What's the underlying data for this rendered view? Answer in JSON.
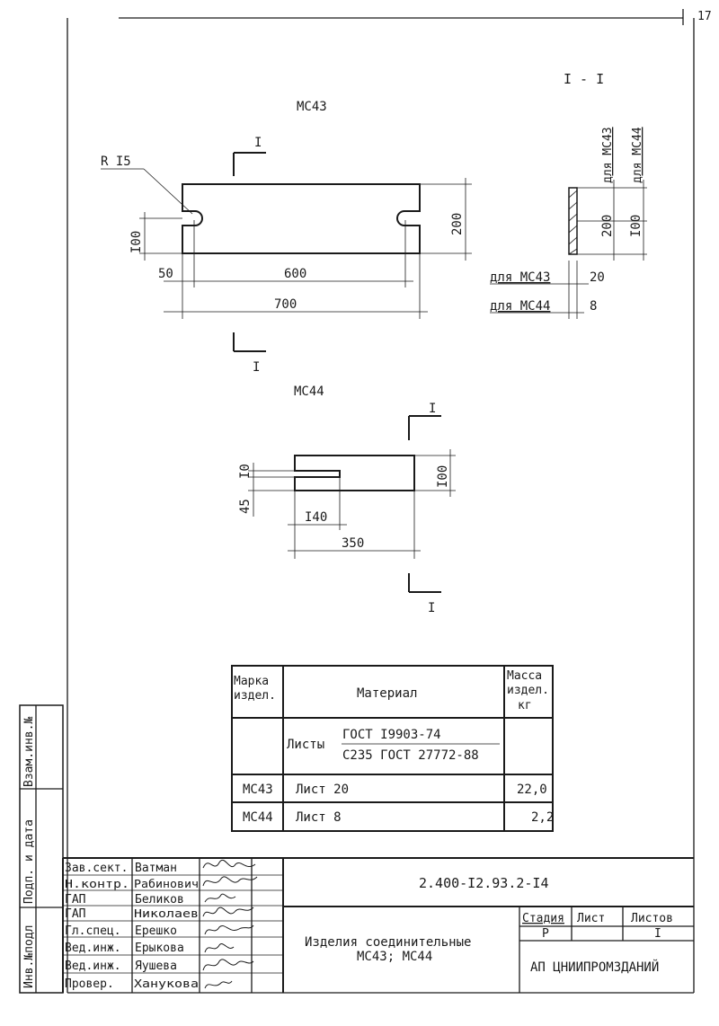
{
  "sheet_number": "17",
  "section_label": "I - I",
  "mc43": {
    "title": "МС43",
    "cut_mark": "I",
    "radius_label": "R I5",
    "dim_height_100": "I00",
    "dim_height_200": "200",
    "dim_50": "50",
    "dim_600": "600",
    "dim_700": "700"
  },
  "section": {
    "label_mc43": "для МС43",
    "label_mc44": "для МС44",
    "dim_200": "200",
    "dim_100": "I00",
    "thickness_mc43_label": "для МС43",
    "thickness_mc43_value": "20",
    "thickness_mc44_label": "для МС44",
    "thickness_mc44_value": "8"
  },
  "mc44": {
    "title": "МС44",
    "cut_mark": "I",
    "dim_10": "I0",
    "dim_45": "45",
    "dim_100": "I00",
    "dim_140": "I40",
    "dim_350": "350"
  },
  "materials_table": {
    "header": {
      "col1_line1": "Марка",
      "col1_line2": "издел.",
      "col2": "Материал",
      "col3_line1": "Масса",
      "col3_line2": "издел.",
      "col3_line3": "кг"
    },
    "spec_row": {
      "prefix": "Листы",
      "numerator": "ГОСТ I9903-74",
      "denominator": "С235 ГОСТ 27772-88"
    },
    "rows": [
      {
        "mark": "МС43",
        "material": "Лист 20",
        "mass": "22,0"
      },
      {
        "mark": "МС44",
        "material": "Лист 8",
        "mass": "2,2"
      }
    ]
  },
  "side_stamp": {
    "col1": "Взам.инв.№",
    "col2": "Подп. и дата",
    "col3": "Инв.№подл"
  },
  "title_block": {
    "doc_code": "2.400-I2.93.2-I4",
    "product_line1": "Изделия соединительные",
    "product_line2": "МС43; МС44",
    "stage_header": "Стадия",
    "sheet_header": "Лист",
    "sheets_header": "Листов",
    "stage_value": "Р",
    "sheets_value": "I",
    "organization": "АП ЦНИИПРОМЗДАНИЙ",
    "signatures": [
      {
        "role": "Зав.сект.",
        "name": "Ватман"
      },
      {
        "role": "Н.контр.",
        "name": "Рабинович"
      },
      {
        "role": "ГАП",
        "name": "Беликов"
      },
      {
        "role": "ГАП",
        "name": "Николаев"
      },
      {
        "role": "Гл.спец.",
        "name": "Ерешко"
      },
      {
        "role": "Вед.инж.",
        "name": "Ерыкова"
      },
      {
        "role": "Вед.инж.",
        "name": "Яушева"
      },
      {
        "role": "Провер.",
        "name": "Ханукова"
      }
    ]
  }
}
